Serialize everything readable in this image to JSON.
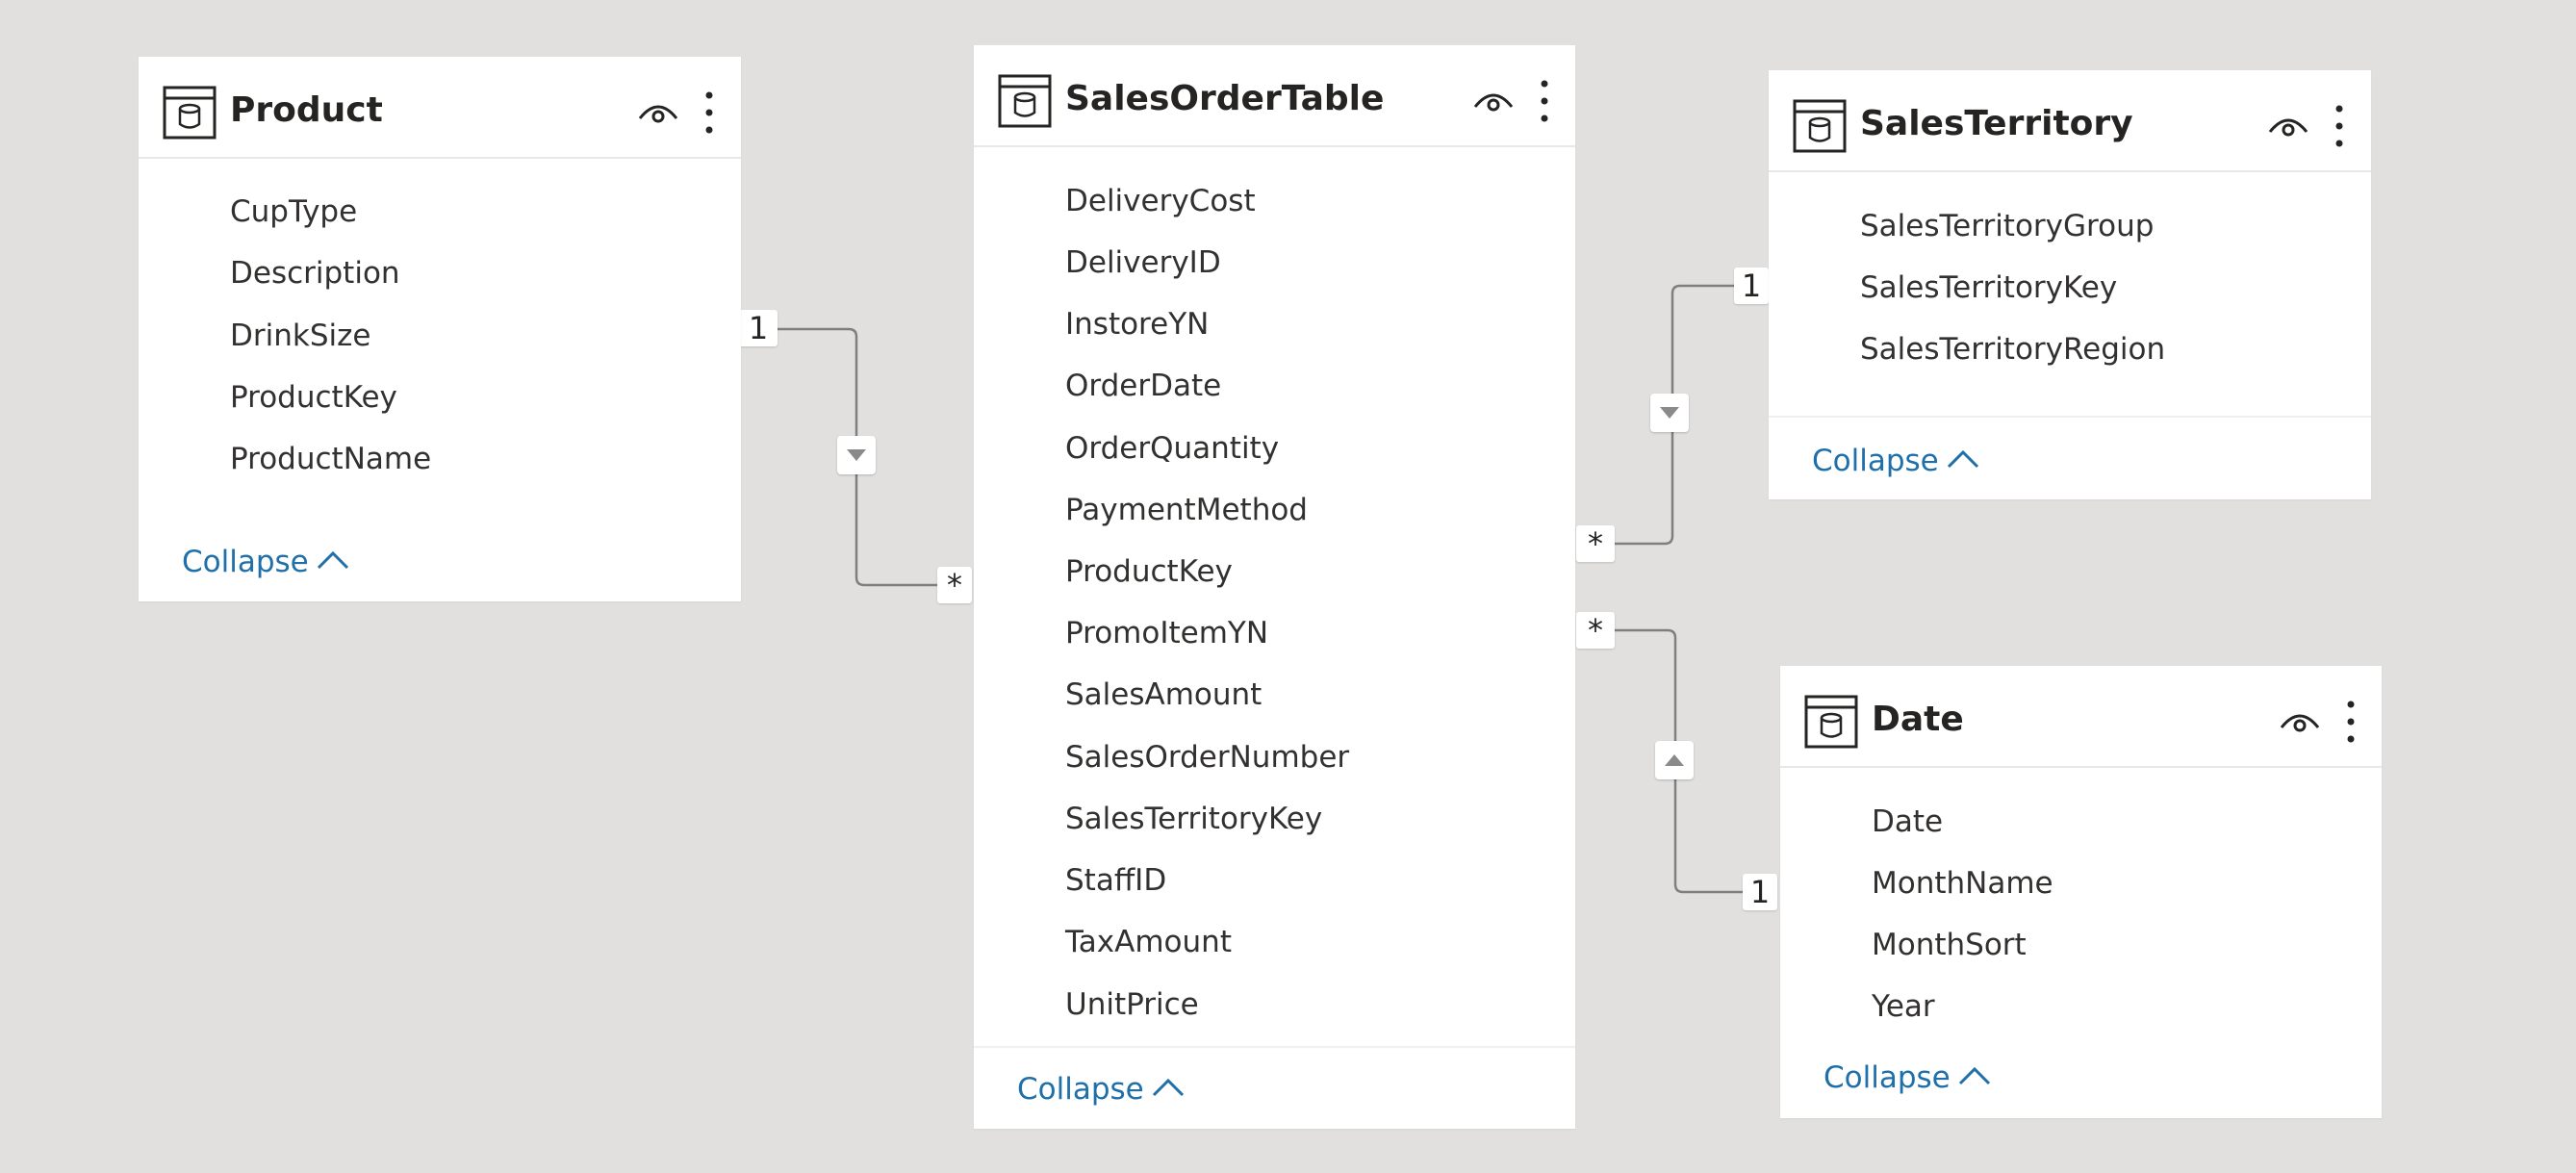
{
  "tables": {
    "product": {
      "title": "Product",
      "fields": [
        "CupType",
        "Description",
        "DrinkSize",
        "ProductKey",
        "ProductName"
      ],
      "collapse_label": "Collapse"
    },
    "sales_order": {
      "title": "SalesOrderTable",
      "fields": [
        "DeliveryCost",
        "DeliveryID",
        "InstoreYN",
        "OrderDate",
        "OrderQuantity",
        "PaymentMethod",
        "ProductKey",
        "PromoItemYN",
        "SalesAmount",
        "SalesOrderNumber",
        "SalesTerritoryKey",
        "StaffID",
        "TaxAmount",
        "UnitPrice"
      ],
      "collapse_label": "Collapse"
    },
    "sales_territory": {
      "title": "SalesTerritory",
      "fields": [
        "SalesTerritoryGroup",
        "SalesTerritoryKey",
        "SalesTerritoryRegion"
      ],
      "collapse_label": "Collapse"
    },
    "date": {
      "title": "Date",
      "fields": [
        "Date",
        "MonthName",
        "MonthSort",
        "Year"
      ],
      "collapse_label": "Collapse"
    }
  },
  "relationships": [
    {
      "from": "Product",
      "to": "SalesOrderTable",
      "from_cardinality": "1",
      "to_cardinality": "*",
      "filter_direction": "down"
    },
    {
      "from": "SalesTerritory",
      "to": "SalesOrderTable",
      "from_cardinality": "1",
      "to_cardinality": "*",
      "filter_direction": "down"
    },
    {
      "from": "Date",
      "to": "SalesOrderTable",
      "from_cardinality": "1",
      "to_cardinality": "*",
      "filter_direction": "up"
    }
  ],
  "icons": {
    "table": "table-icon",
    "visibility": "eye-icon",
    "more": "more-options-icon",
    "collapse": "chevron-up-icon",
    "cross_filter": "triangle-icon"
  },
  "colors": {
    "canvas": "#e1e0df",
    "card": "#ffffff",
    "link": "#1f6faa",
    "connector": "#7a7a7a",
    "text": "#323130"
  }
}
